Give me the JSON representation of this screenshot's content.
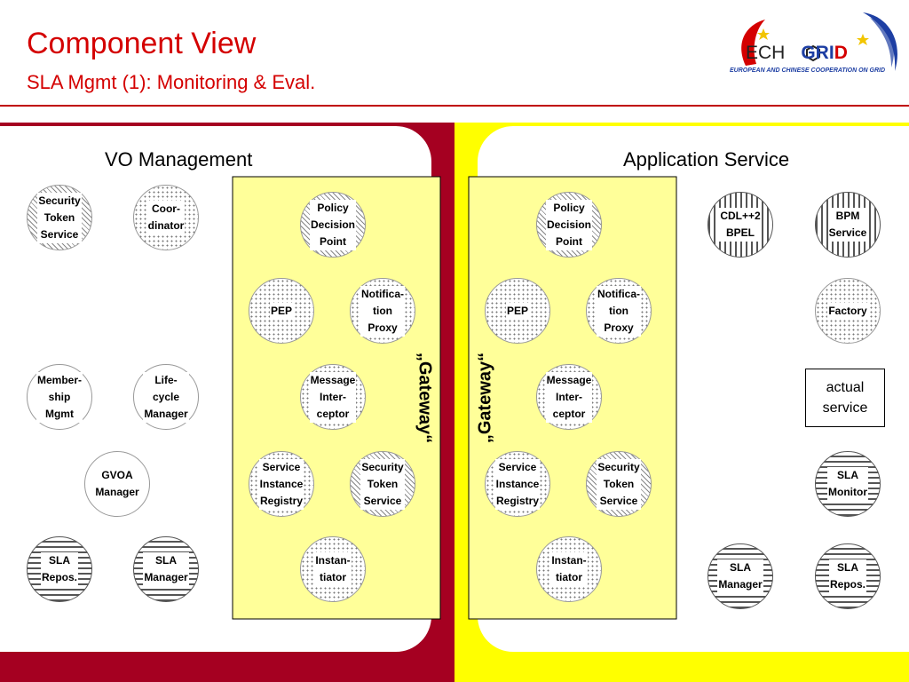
{
  "header": {
    "title": "Component View",
    "subtitle": "SLA Mgmt (1): Monitoring & Eval.",
    "logo_text_1": "ECH",
    "logo_text_2": "GRI",
    "logo_text_3": "D",
    "logo_subtitle": "EUROPEAN AND CHINESE COOPERATION ON GRID"
  },
  "colors": {
    "dark_red": "#a50021",
    "yellow": "#ffff00",
    "pale_yellow": "#ffff99",
    "title_red": "#d40000"
  },
  "sections": {
    "left_title": "VO Management",
    "right_title": "Application Service"
  },
  "gateway": {
    "left_label": "„Gateway“",
    "right_label": "„Gateway“"
  },
  "vo_nodes": [
    {
      "lines": [
        "Security",
        "Token",
        "Service"
      ]
    },
    {
      "lines": [
        "Coor-",
        "dinator"
      ]
    },
    {
      "lines": [
        "Member-",
        "ship",
        "Mgmt"
      ]
    },
    {
      "lines": [
        "Life-",
        "cycle",
        "Manager"
      ]
    },
    {
      "lines": [
        "GVOA",
        "Manager"
      ]
    },
    {
      "lines": [
        "SLA",
        "Repos."
      ]
    },
    {
      "lines": [
        "SLA",
        "Manager"
      ]
    }
  ],
  "gw_left_nodes": [
    {
      "lines": [
        "Policy",
        "Decision",
        "Point"
      ]
    },
    {
      "lines": [
        "PEP"
      ]
    },
    {
      "lines": [
        "Notifica-",
        "tion",
        "Proxy"
      ]
    },
    {
      "lines": [
        "Message",
        "Inter-",
        "ceptor"
      ]
    },
    {
      "lines": [
        "Service",
        "Instance",
        "Registry"
      ]
    },
    {
      "lines": [
        "Security",
        "Token",
        "Service"
      ]
    },
    {
      "lines": [
        "Instan-",
        "tiator"
      ]
    }
  ],
  "gw_right_nodes": [
    {
      "lines": [
        "Policy",
        "Decision",
        "Point"
      ]
    },
    {
      "lines": [
        "PEP"
      ]
    },
    {
      "lines": [
        "Notifica-",
        "tion",
        "Proxy"
      ]
    },
    {
      "lines": [
        "Message",
        "Inter-",
        "ceptor"
      ]
    },
    {
      "lines": [
        "Service",
        "Instance",
        "Registry"
      ]
    },
    {
      "lines": [
        "Security",
        "Token",
        "Service"
      ]
    },
    {
      "lines": [
        "Instan-",
        "tiator"
      ]
    }
  ],
  "app_nodes": [
    {
      "lines": [
        "CDL++2",
        "BPEL"
      ]
    },
    {
      "lines": [
        "BPM",
        "Service"
      ]
    },
    {
      "lines": [
        "Factory"
      ]
    },
    {
      "lines": [
        "SLA",
        "Monitor"
      ]
    },
    {
      "lines": [
        "SLA",
        "Manager"
      ]
    },
    {
      "lines": [
        "SLA",
        "Repos."
      ]
    }
  ],
  "actual_service": {
    "line1": "actual",
    "line2": "service"
  }
}
